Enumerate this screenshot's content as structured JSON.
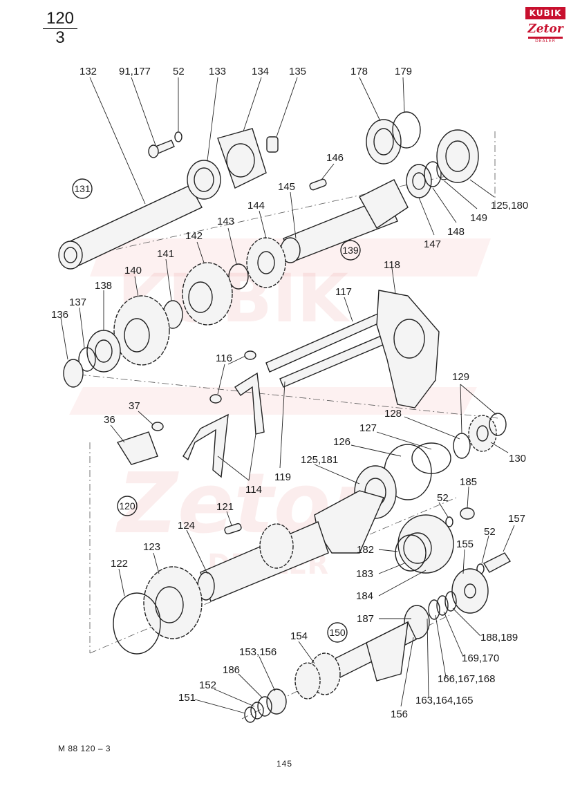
{
  "page": {
    "number": "120",
    "sub": "3",
    "drawing_code": "M 88   120 – 3",
    "sheet": "145"
  },
  "logo": {
    "brand_top": "KUBIK",
    "brand": "Zetor",
    "tag": "DEALER"
  },
  "watermark": {
    "top": "KUBIK",
    "mid": "Zetor",
    "bottom": "DEALER"
  },
  "groups": [
    "131",
    "139",
    "120",
    "150"
  ],
  "labels": {
    "l132": "132",
    "l91": "91,177",
    "l52a": "52",
    "l133": "133",
    "l134": "134",
    "l135": "135",
    "l178": "178",
    "l179": "179",
    "l146": "146",
    "l145": "145",
    "l144": "144",
    "l143": "143",
    "l142": "142",
    "l141": "141",
    "l140": "140",
    "l138": "138",
    "l137": "137",
    "l136": "136",
    "l125a": "125,180",
    "l149": "149",
    "l148": "148",
    "l147": "147",
    "l118": "118",
    "l117": "117",
    "l116": "116",
    "l37": "37",
    "l36": "36",
    "l114": "114",
    "l119": "119",
    "l129": "129",
    "l128": "128",
    "l127": "127",
    "l126": "126",
    "l130": "130",
    "l125b": "125,181",
    "l185": "185",
    "l52b": "52",
    "l157": "157",
    "l52c": "52",
    "l155": "155",
    "l121": "121",
    "l124": "124",
    "l123": "123",
    "l122": "122",
    "l182": "182",
    "l183": "183",
    "l184": "184",
    "l187": "187",
    "l188": "188,189",
    "l169": "169,170",
    "l166": "166,167,168",
    "l163": "163,164,165",
    "l154": "154",
    "l153": "153,156",
    "l186": "186",
    "l152": "152",
    "l151": "151",
    "l156": "156"
  }
}
